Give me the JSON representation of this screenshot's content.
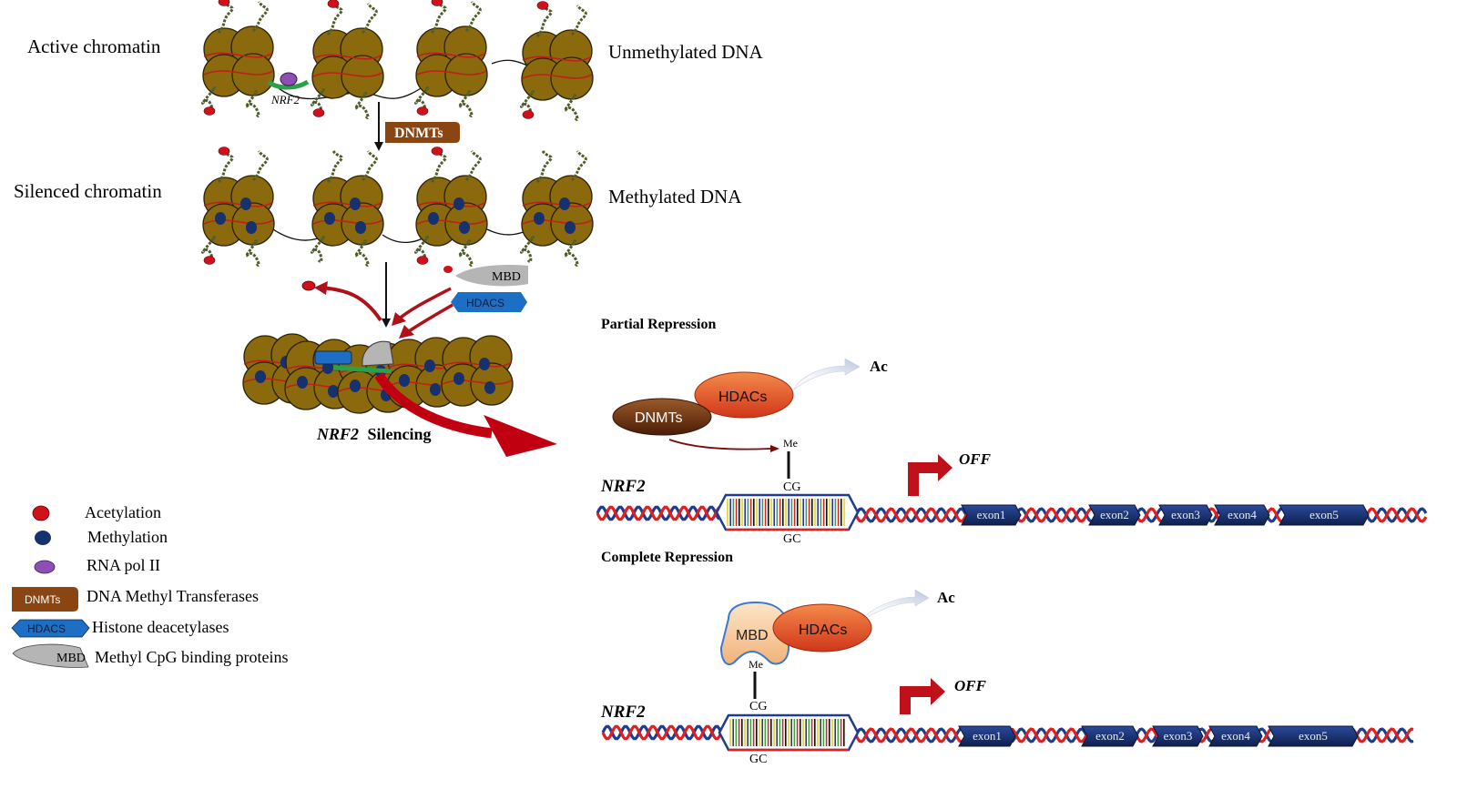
{
  "stages": {
    "active": {
      "title": "Active chromatin",
      "dna_state": "Unmethylated DNA",
      "factor_label": "NRF2"
    },
    "arrow_enzyme": "DNMTs",
    "silenced": {
      "title": "Silenced chromatin",
      "dna_state": "Methylated DNA"
    },
    "recruits": {
      "mbd": "MBD",
      "hdacs": "HDACS"
    },
    "silencing_gene": "NRF2",
    "silencing_word": "Silencing"
  },
  "legend": [
    {
      "label": "Acetylation"
    },
    {
      "label": "Methylation"
    },
    {
      "label": "RNA pol II"
    },
    {
      "label": "DNA Methyl Transferases",
      "badge": "DNMTs"
    },
    {
      "label": "Histone deacetylases",
      "badge": "HDACS"
    },
    {
      "label": "Methyl CpG binding proteins",
      "badge": "MBD"
    }
  ],
  "partial": {
    "title": "Partial Repression",
    "dnmts": "DNMTs",
    "hdacs": "HDACs",
    "ac": "Ac",
    "me": "Me",
    "cg": "CG",
    "gc": "GC",
    "gene": "NRF2",
    "off": "OFF",
    "exons": [
      "exon1",
      "exon2",
      "exon3",
      "exon4",
      "exon5"
    ]
  },
  "complete": {
    "title": "Complete Repression",
    "mbd": "MBD",
    "hdacs": "HDACs",
    "ac": "Ac",
    "me": "Me",
    "cg": "CG",
    "gc": "GC",
    "gene": "NRF2",
    "off": "OFF",
    "exons": [
      "exon1",
      "exon2",
      "exon3",
      "exon4",
      "exon5"
    ]
  },
  "colors": {
    "nucleosome": "#8b6a0e",
    "nucleosome_stroke": "#2a2005",
    "histone_band": "#c0201a",
    "acetyl": "#d0101a",
    "methyl": "#17306e",
    "polII": "#8e4fb5",
    "nrf2_bar": "#2aa04a",
    "dnmts_badge": "#8a4512",
    "hdacs_badge": "#1c6fc4",
    "mbd_grey": "#b5b5b5",
    "dark_red_arrow": "#b0101a",
    "exon": "#17306e",
    "dna_red": "#e02020",
    "dna_blue": "#1f3d8c"
  }
}
